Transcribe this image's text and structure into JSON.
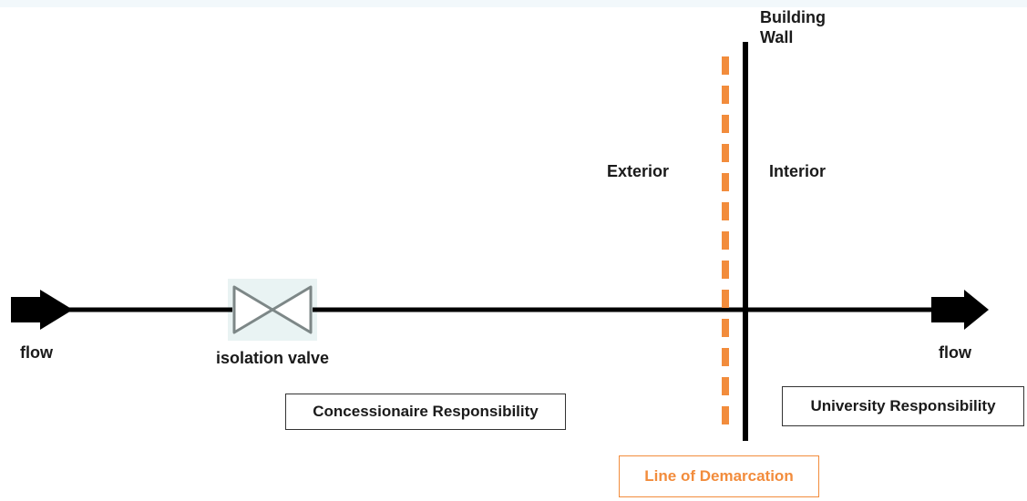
{
  "labels": {
    "building_wall_line1": "Building",
    "building_wall_line2": "Wall",
    "exterior": "Exterior",
    "interior": "Interior",
    "flow_left": "flow",
    "flow_right": "flow",
    "isolation_valve": "isolation valve"
  },
  "boxes": {
    "concessionaire": "Concessionaire Responsibility",
    "university": "University Responsibility",
    "demarcation": "Line of Demarcation"
  },
  "colors": {
    "pipe": "#000000",
    "demarcation": "#f28c3c",
    "valve_fill": "#e9f3f3",
    "valve_stroke": "#7d8787"
  },
  "icons": {
    "valve": "gate-valve-icon",
    "arrow_left": "arrow-right-icon",
    "arrow_right": "arrow-right-icon"
  }
}
